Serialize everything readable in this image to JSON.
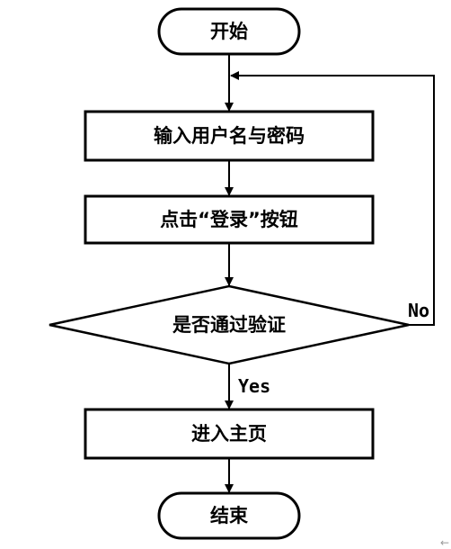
{
  "nodes": {
    "start": "开始",
    "input_credentials": "输入用户名与密码",
    "click_login": "点击“登录”按钮",
    "decision": "是否通过验证",
    "enter_home": "进入主页",
    "end": "结束"
  },
  "edges": {
    "yes_label": "Yes",
    "no_label": "No"
  },
  "colors": {
    "stroke": "#000000",
    "fill": "#ffffff"
  },
  "icons": {
    "corner": "arrow-left-icon"
  }
}
